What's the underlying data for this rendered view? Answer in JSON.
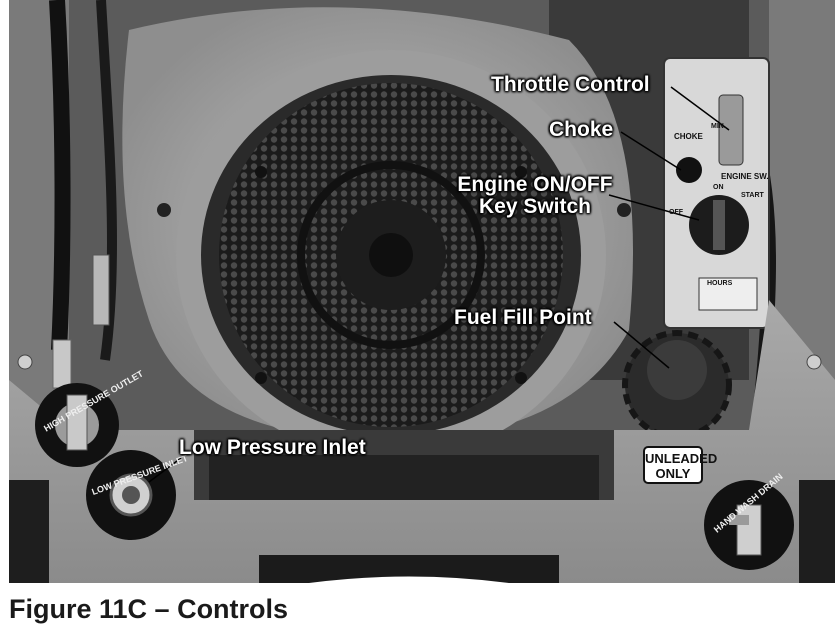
{
  "figure": {
    "caption": "Figure 11C – Controls"
  },
  "callouts": {
    "throttle_control": "Throttle Control",
    "choke": "Choke",
    "engine_switch_line1": "Engine ON/OFF",
    "engine_switch_line2": "Key Switch",
    "fuel_fill_point": "Fuel Fill Point",
    "low_pressure_inlet": "Low Pressure Inlet"
  },
  "labels": {
    "unleaded_line1": "UNLEADED",
    "unleaded_line2": "ONLY",
    "high_pressure_outlet": "HIGH PRESSURE OUTLET",
    "low_pressure_inlet_ring": "LOW PRESSURE INLET",
    "hand_wash_drain": "HAND WASH DRAIN",
    "engine_sw": "ENGINE SW.",
    "choke_panel": "CHOKE",
    "min": "MIN.",
    "on": "ON",
    "start": "START",
    "off": "OFF",
    "hours": "HOURS"
  }
}
